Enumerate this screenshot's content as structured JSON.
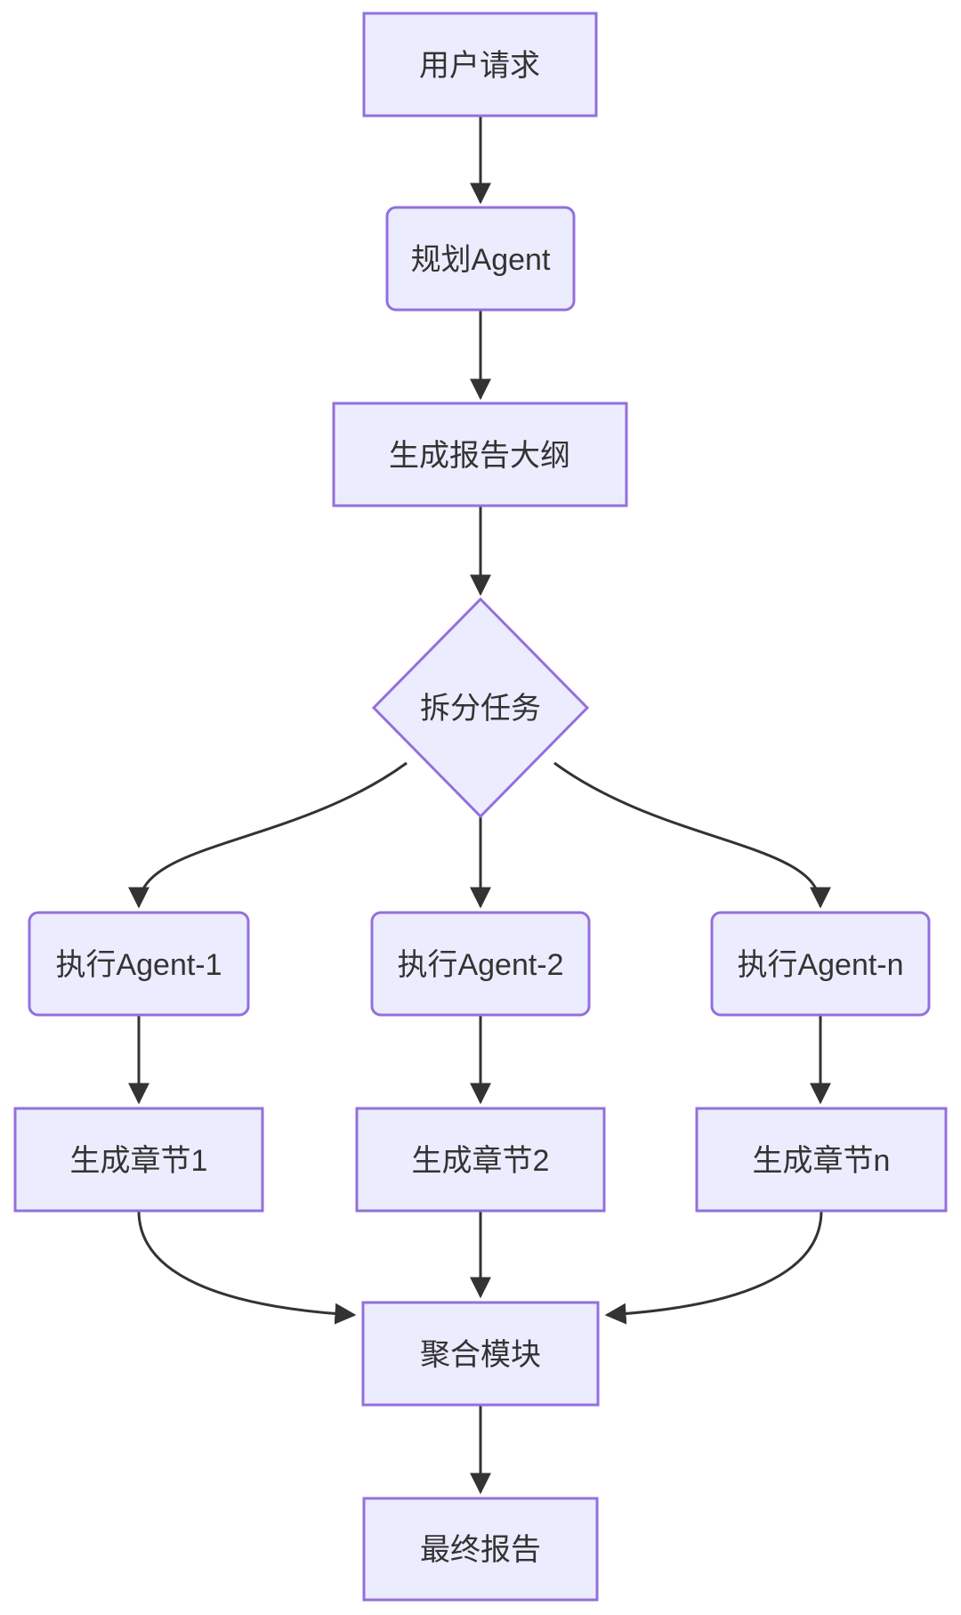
{
  "diagram": {
    "type": "flowchart",
    "direction": "top-down",
    "colors": {
      "background": "#FFFFFF",
      "node_fill": "#ECECFF",
      "node_border": "#9370DB",
      "edge": "#333333",
      "text": "#333333"
    },
    "nodes": [
      {
        "id": "user_request",
        "label": "用户请求",
        "shape": "rectangle"
      },
      {
        "id": "plan_agent",
        "label": "规划Agent",
        "shape": "rounded"
      },
      {
        "id": "outline",
        "label": "生成报告大纲",
        "shape": "rectangle"
      },
      {
        "id": "split_task",
        "label": "拆分任务",
        "shape": "diamond"
      },
      {
        "id": "exec_agent_1",
        "label": "执行Agent-1",
        "shape": "rounded"
      },
      {
        "id": "exec_agent_2",
        "label": "执行Agent-2",
        "shape": "rounded"
      },
      {
        "id": "exec_agent_n",
        "label": "执行Agent-n",
        "shape": "rounded"
      },
      {
        "id": "chapter_1",
        "label": "生成章节1",
        "shape": "rectangle"
      },
      {
        "id": "chapter_2",
        "label": "生成章节2",
        "shape": "rectangle"
      },
      {
        "id": "chapter_n",
        "label": "生成章节n",
        "shape": "rectangle"
      },
      {
        "id": "aggregate",
        "label": "聚合模块",
        "shape": "rectangle"
      },
      {
        "id": "final_report",
        "label": "最终报告",
        "shape": "rectangle"
      }
    ],
    "edges": [
      {
        "from": "user_request",
        "to": "plan_agent"
      },
      {
        "from": "plan_agent",
        "to": "outline"
      },
      {
        "from": "outline",
        "to": "split_task"
      },
      {
        "from": "split_task",
        "to": "exec_agent_1"
      },
      {
        "from": "split_task",
        "to": "exec_agent_2"
      },
      {
        "from": "split_task",
        "to": "exec_agent_n"
      },
      {
        "from": "exec_agent_1",
        "to": "chapter_1"
      },
      {
        "from": "exec_agent_2",
        "to": "chapter_2"
      },
      {
        "from": "exec_agent_n",
        "to": "chapter_n"
      },
      {
        "from": "chapter_1",
        "to": "aggregate"
      },
      {
        "from": "chapter_2",
        "to": "aggregate"
      },
      {
        "from": "chapter_n",
        "to": "aggregate"
      },
      {
        "from": "aggregate",
        "to": "final_report"
      }
    ]
  }
}
